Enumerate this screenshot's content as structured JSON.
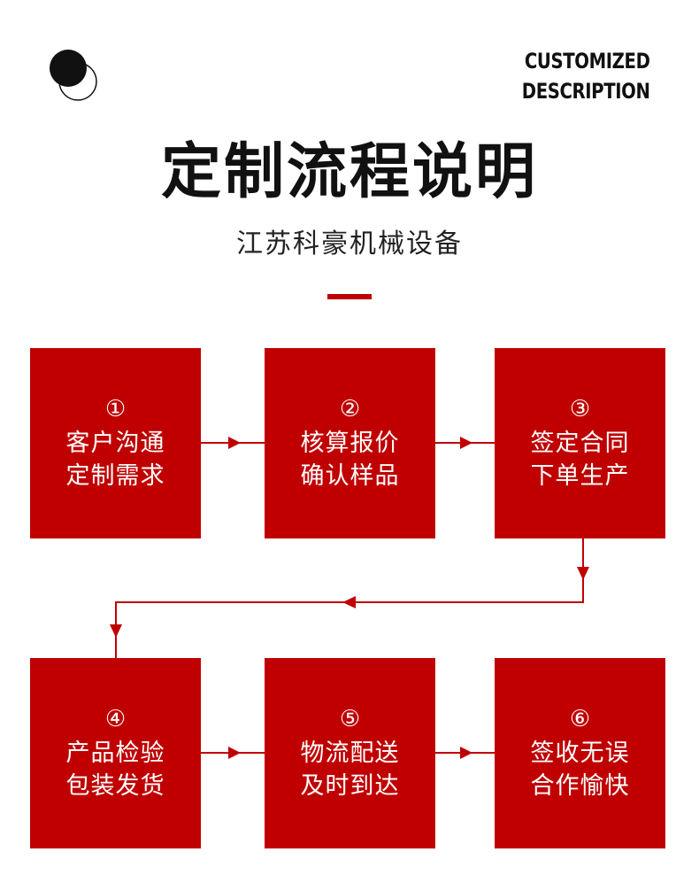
{
  "header": {
    "english_line1": "CUSTOMIZED",
    "english_line2": "DESCRIPTION",
    "title": "定制流程说明",
    "subtitle": "江苏科豪机械设备"
  },
  "steps": [
    {
      "number": "①",
      "line1": "客户沟通",
      "line2": "定制需求"
    },
    {
      "number": "②",
      "line1": "核算报价",
      "line2": "确认样品"
    },
    {
      "number": "③",
      "line1": "签定合同",
      "line2": "下单生产"
    },
    {
      "number": "④",
      "line1": "产品检验",
      "line2": "包装发货"
    },
    {
      "number": "⑤",
      "line1": "物流配送",
      "line2": "及时到达"
    },
    {
      "number": "⑥",
      "line1": "签收无误",
      "line2": "合作愉快"
    }
  ],
  "colors": {
    "accent": "#c00000",
    "text": "#111111",
    "box_text": "#ffffff"
  }
}
